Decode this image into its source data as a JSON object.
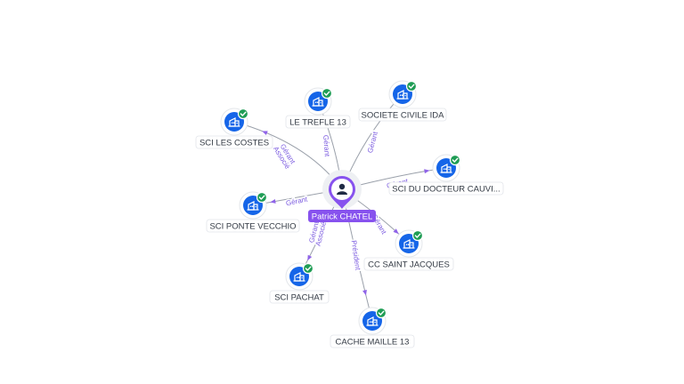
{
  "person": {
    "name": "Patrick CHATEL",
    "icon": "person-icon",
    "color": "#8752ee"
  },
  "companies": [
    {
      "id": "le-trefle-13",
      "name": "LE TREFLE 13",
      "role": "Gérant",
      "icon": "building-icon",
      "verified": true
    },
    {
      "id": "societe-civile-ida",
      "name": "SOCIETE CIVILE IDA",
      "role": "Gérant",
      "icon": "building-icon",
      "verified": true
    },
    {
      "id": "sci-les-costes",
      "name": "SCI LES COSTES",
      "role": "Gérant Associé",
      "icon": "building-icon",
      "verified": true
    },
    {
      "id": "sci-du-docteur-cauvi",
      "name": "SCI DU DOCTEUR CAUVI...",
      "role": "Gérant",
      "icon": "building-icon",
      "verified": true
    },
    {
      "id": "sci-ponte-vecchio",
      "name": "SCI PONTE VECCHIO",
      "role": "Gérant",
      "icon": "building-icon",
      "verified": true
    },
    {
      "id": "cc-saint-jacques",
      "name": "CC SAINT JACQUES",
      "role": "Gérant",
      "icon": "building-icon",
      "verified": true
    },
    {
      "id": "sci-pachat",
      "name": "SCI PACHAT",
      "role": "Gérant Associé",
      "icon": "building-icon",
      "verified": true
    },
    {
      "id": "cache-maille-13",
      "name": "CACHE MAILLE 13",
      "role": "Président",
      "icon": "building-icon",
      "verified": true
    }
  ],
  "colors": {
    "company_node": "#1565e8",
    "verified_badge": "#1f9d55",
    "edge": "#9aa0aa",
    "role_text": "#7c5ce0"
  }
}
